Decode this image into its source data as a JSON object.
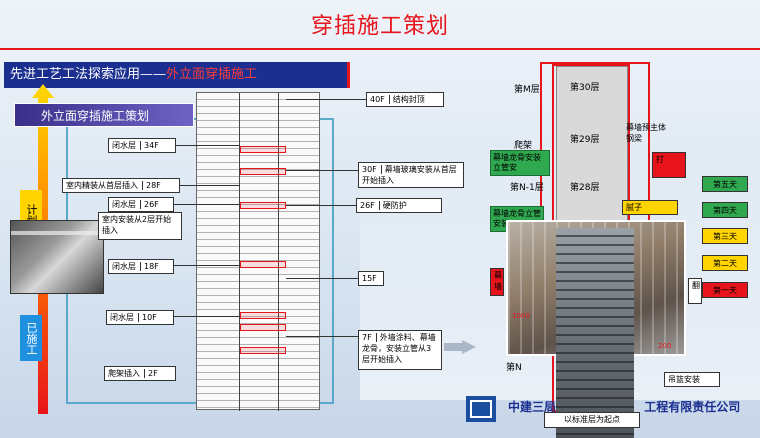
{
  "title": "穿插施工策划",
  "banner": {
    "prefix": "先进工艺工法探索应用——",
    "highlight": "外立面穿插施工"
  },
  "plan_title": "外立面穿插施工策划",
  "side_tags": {
    "plan": "计划",
    "done": "已施工"
  },
  "left_labels": {
    "l34": {
      "text": "闭水层",
      "num": "34F"
    },
    "l28": {
      "text": "室内精装从首层插入",
      "num": "28F"
    },
    "l26": {
      "text": "闭水层",
      "num": "26F"
    },
    "l22": {
      "text": "室内安装从2层开始插入"
    },
    "l18": {
      "text": "闭水层",
      "num": "18F"
    },
    "l10": {
      "text": "闭水层",
      "num": "10F"
    },
    "l2": {
      "text": "爬架插入",
      "num": "2F"
    }
  },
  "right_labels": {
    "r40": {
      "num": "40F",
      "text": "结构封顶"
    },
    "r30": {
      "num": "30F",
      "text": "幕墙玻璃安装从首层开始插入"
    },
    "r26": {
      "num": "26F",
      "text": "硬防护"
    },
    "r15": {
      "num": "15F"
    },
    "r7": {
      "num": "7F",
      "text": "外墙涂料、幕墙龙骨，安装立管从3层开始插入"
    }
  },
  "tower": {
    "f30": "第30层",
    "f29": "第29层",
    "f28": "第28层",
    "fM": "第M层",
    "fN1": "第N-1层",
    "fN": "第N",
    "climb": "爬架",
    "main_struct": "幕墙预主体钢梁",
    "curtain_install": "幕墙龙骨安装立管安",
    "curtain_keel": "幕墙龙骨立管安装",
    "red_left": "幕墙",
    "protect": "打",
    "floor_mark": "腻子",
    "mid_label": "翻",
    "hang_basket": "吊篮安装",
    "bottom_note": "以标准层为起点"
  },
  "days": [
    "第五天",
    "第四天",
    "第三天",
    "第二天",
    "第一天"
  ],
  "day_colors": [
    "#2fa84f",
    "#2fa84f",
    "#ffd400",
    "#ffd400",
    "#e8141b"
  ],
  "dims": {
    "d1": "1000",
    "d2": "200"
  },
  "company": {
    "name": "中建三局",
    "suffix": "工程有限责任公司"
  }
}
